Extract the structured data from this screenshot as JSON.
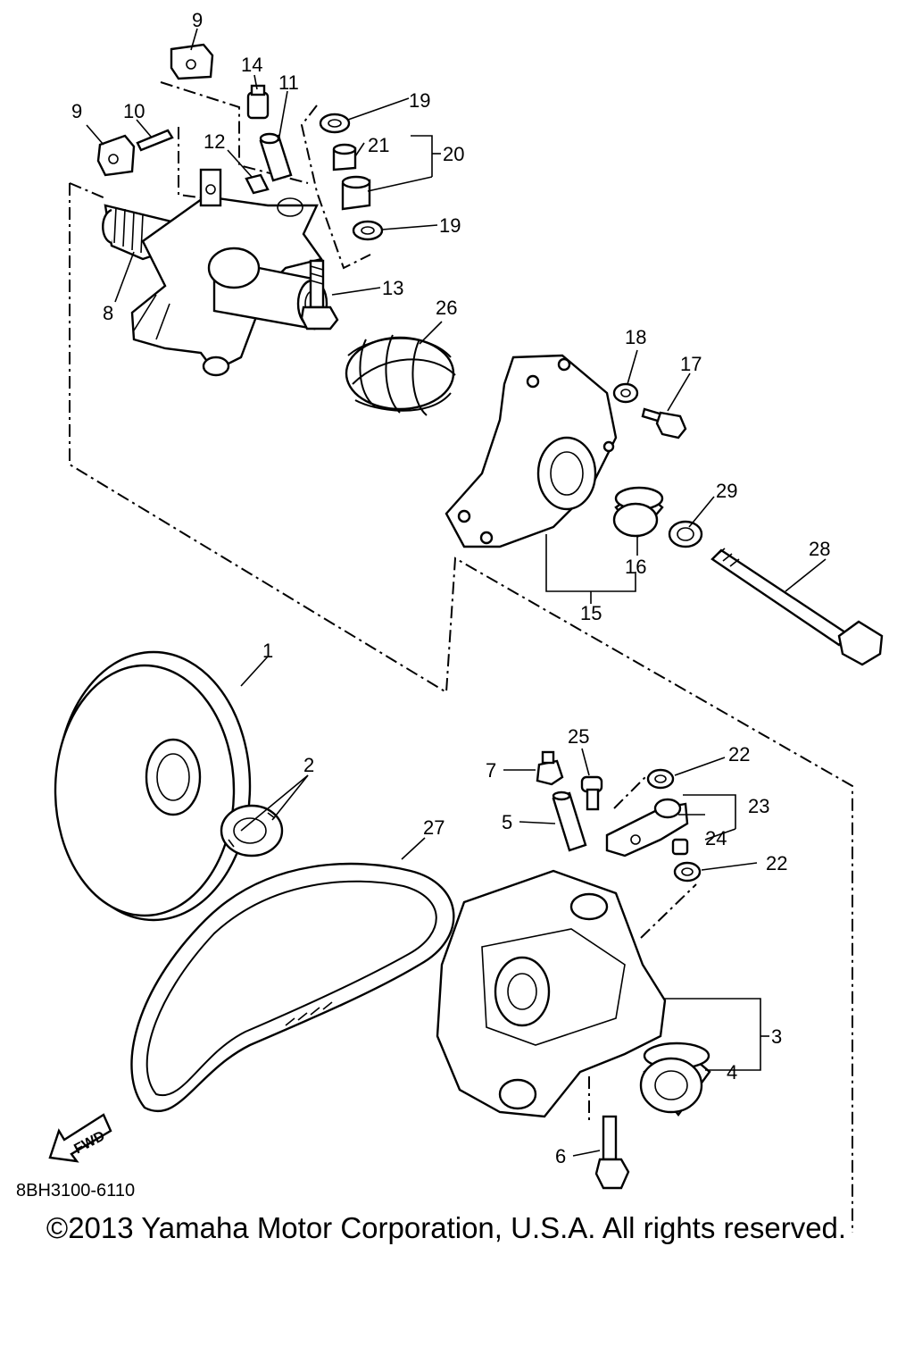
{
  "diagram": {
    "code": "8BH3100-6110",
    "copyright": "©2013 Yamaha Motor Corporation, U.S.A. All rights reserved.",
    "fwd_label": "FWD",
    "callouts": {
      "c1": "1",
      "c2": "2",
      "c3": "3",
      "c4": "4",
      "c5": "5",
      "c6": "6",
      "c7": "7",
      "c8": "8",
      "c9a": "9",
      "c9b": "9",
      "c10": "10",
      "c11": "11",
      "c12": "12",
      "c13": "13",
      "c14": "14",
      "c15": "15",
      "c16": "16",
      "c17": "17",
      "c18": "18",
      "c19a": "19",
      "c19b": "19",
      "c20": "20",
      "c21": "21",
      "c22a": "22",
      "c22b": "22",
      "c23": "23",
      "c24": "24",
      "c25": "25",
      "c26": "26",
      "c27": "27",
      "c28": "28",
      "c29": "29"
    }
  }
}
